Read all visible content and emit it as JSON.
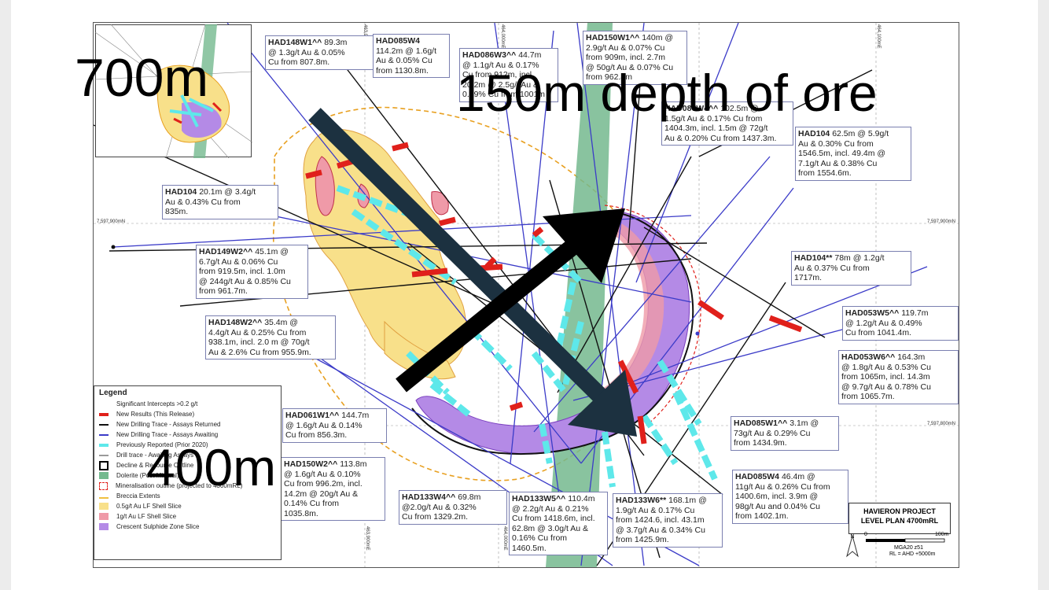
{
  "callouts": [
    {
      "id": "had148w1",
      "head": "HAD148W1^^",
      "text": "89.3m\n@ 1.3g/t Au & 0.05%\nCu from 807.8m."
    },
    {
      "id": "had085w4a",
      "head": "HAD085W4",
      "text": "\n114.2m @ 1.6g/t\nAu & 0.05% Cu\nfrom 1130.8m."
    },
    {
      "id": "had086w3",
      "head": "HAD086W3^^",
      "text": "44.7m\n@ 1.1g/t Au & 0.17%\nCu from 912m, incl.\n20.2m @ 2.5g/t Au &\n0.29% Cu from 1001m"
    },
    {
      "id": "had150w1",
      "head": "HAD150W1^^",
      "text": "140m @\n2.9g/t Au & 0.07% Cu\nfrom 909m, incl. 2.7m\n@ 50g/t Au & 0.07% Cu\nfrom 962.4m"
    },
    {
      "id": "had086w4",
      "head": "HAD086W4^^",
      "text": "102.5m @\n1.5g/t Au & 0.17% Cu from\n1404.3m, incl. 1.5m @ 72g/t\nAu & 0.20% Cu from 1437.3m."
    },
    {
      "id": "had104a",
      "head": "HAD104",
      "text": "62.5m @ 5.9g/t\nAu & 0.30% Cu from\n1546.5m, incl. 49.4m @\n7.1g/t Au & 0.38% Cu\nfrom 1554.6m."
    },
    {
      "id": "had104b",
      "head": "HAD104",
      "text": "20.1m @ 3.4g/t\nAu & 0.43% Cu from\n835m."
    },
    {
      "id": "had149w2",
      "head": "HAD149W2^^",
      "text": "45.1m @\n6.7g/t Au & 0.06% Cu\nfrom 919.5m, incl. 1.0m\n@ 244g/t Au & 0.85% Cu\nfrom 961.7m."
    },
    {
      "id": "had104c",
      "head": "HAD104**",
      "text": "78m @ 1.2g/t\nAu & 0.37% Cu from\n1717m."
    },
    {
      "id": "had053w5",
      "head": "HAD053W5^^",
      "text": "119.7m\n@ 1.2g/t Au & 0.49%\nCu from 1041.4m."
    },
    {
      "id": "had148w2",
      "head": "HAD148W2^^",
      "text": "35.4m @\n4.4g/t Au & 0.25% Cu from\n938.1m, incl. 2.0 m @ 70g/t\nAu & 2.6% Cu from 955.9m."
    },
    {
      "id": "had053w6",
      "head": "HAD053W6^^",
      "text": "164.3m\n@ 1.8g/t Au & 0.53% Cu\nfrom 1065m, incl. 14.3m\n@ 9.7g/t Au & 0.78% Cu\nfrom 1065.7m."
    },
    {
      "id": "had061w1",
      "head": "HAD061W1^^",
      "text": "144.7m\n@ 1.6g/t Au & 0.14%\nCu from 856.3m."
    },
    {
      "id": "had085w1",
      "head": "HAD085W1^^",
      "text": "3.1m @\n73g/t Au & 0.29% Cu\nfrom 1434.9m."
    },
    {
      "id": "had150w2",
      "head": "HAD150W2^^",
      "text": "113.8m\n@ 1.6g/t Au & 0.10%\nCu from 996.2m, incl.\n14.2m @ 20g/t Au &\n0.14% Cu from\n1035.8m."
    },
    {
      "id": "had133w4",
      "head": "HAD133W4^^",
      "text": "69.8m\n@2.0g/t Au & 0.32%\nCu from 1329.2m."
    },
    {
      "id": "had133w5",
      "head": "HAD133W5^^",
      "text": "110.4m\n@ 2.2g/t Au & 0.21%\nCu from 1418.6m, incl.\n62.8m @ 3.0g/t Au &\n0.16% Cu from\n1460.5m."
    },
    {
      "id": "had133w6",
      "head": "HAD133W6**",
      "text": "168.1m @\n1.9g/t Au & 0.17% Cu\nfrom 1424.6, incl. 43.1m\n@ 3.7g/t Au & 0.34% Cu\nfrom 1425.9m."
    },
    {
      "id": "had085w4b",
      "head": "HAD085W4",
      "text": "46.4m @\n11g/t Au & 0.26% Cu from\n1400.6m, incl. 3.9m @\n98g/t Au and 0.04% Cu\nfrom 1402.1m."
    }
  ],
  "coords": {
    "n1": "7,597,900mN",
    "n2": "7,597,900mN",
    "n3": "7,597,800mN",
    "e1": "463,900mE",
    "e2": "464,000mE",
    "e3": "464,100mE",
    "e4": "463,900mE",
    "e5": "464,000mE"
  },
  "legend": {
    "title": "Legend",
    "items": [
      {
        "label": "Significant Intercepts >0.2 g/t",
        "color": "#ffffff"
      },
      {
        "label": "New Results (This Release)",
        "color": "#e0201b"
      },
      {
        "label": "New Drilling Trace - Assays Returned",
        "color": "#111111"
      },
      {
        "label": "New Drilling Trace - Assays Awaiting",
        "color": "#3b3bc8"
      },
      {
        "label": "Previously Reported (Prior 2020)",
        "color": "#5ee8ea"
      },
      {
        "label": "Drill trace - Awaiting Assays",
        "color": "#9a9a9a"
      },
      {
        "label": "Decline & Resource Outline",
        "color": "#000000"
      },
      {
        "label": "Dolerite (Post Mineral)",
        "color": "#74b98e"
      },
      {
        "label": "Mineralisation outline (projected to 4300mRL)",
        "color": "#e0201b"
      },
      {
        "label": "Breccia Extents",
        "color": "#f0c040"
      },
      {
        "label": "0.5g/t Au LF Shell Slice",
        "color": "#f8e08a"
      },
      {
        "label": "1g/t Au LF Shell Slice",
        "color": "#ef9aa8"
      },
      {
        "label": "Crescent Sulphide Zone Slice",
        "color": "#b48ae6"
      }
    ]
  },
  "title_block": {
    "line1": "HAVIERON PROJECT",
    "line2": "LEVEL PLAN 4700mRL"
  },
  "scale": {
    "start": "0",
    "end": "100m",
    "crs": "MGA20 z51",
    "rl": "RL = AHD +5000m",
    "north": "N"
  },
  "annotations": {
    "width": "700m",
    "depth": "150m depth of ore",
    "height": "400m"
  }
}
